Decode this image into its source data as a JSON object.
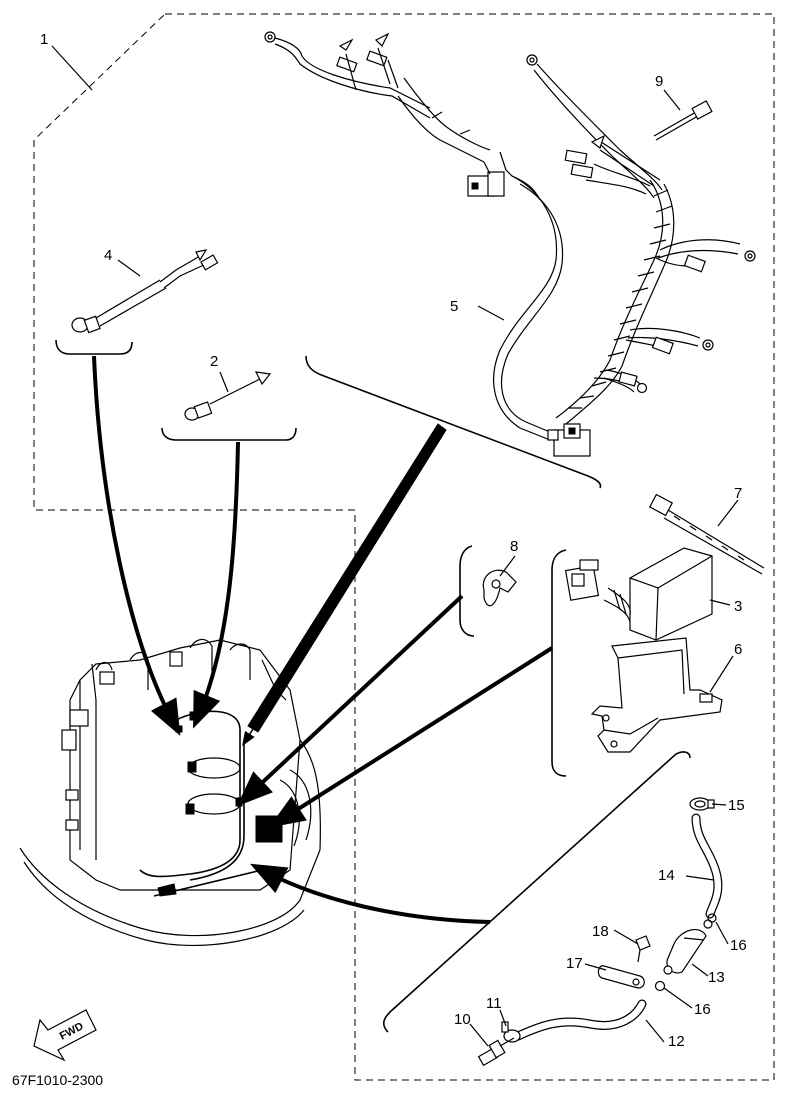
{
  "diagram": {
    "code": "67F1010-2300",
    "fwd_label": "FWD",
    "parts": [
      {
        "no": "1"
      },
      {
        "no": "2"
      },
      {
        "no": "3"
      },
      {
        "no": "4"
      },
      {
        "no": "5"
      },
      {
        "no": "6"
      },
      {
        "no": "7"
      },
      {
        "no": "8"
      },
      {
        "no": "9"
      },
      {
        "no": "10"
      },
      {
        "no": "11"
      },
      {
        "no": "12"
      },
      {
        "no": "13"
      },
      {
        "no": "14"
      },
      {
        "no": "15"
      },
      {
        "no": "16"
      },
      {
        "no": "16"
      },
      {
        "no": "17"
      },
      {
        "no": "18"
      }
    ]
  }
}
